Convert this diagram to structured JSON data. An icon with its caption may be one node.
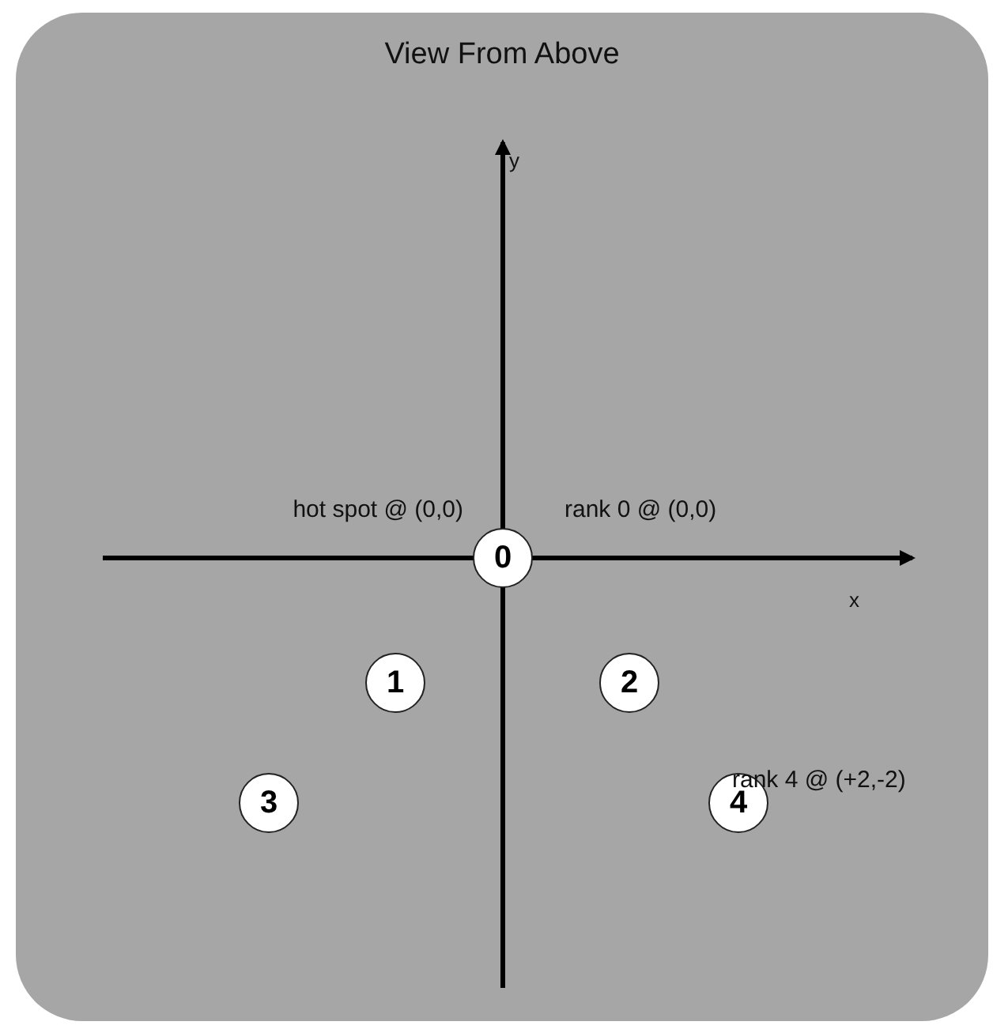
{
  "diagram": {
    "nodes": [
      {
        "text": [
          "View From Above"
        ]
      },
      {
        "text": [
          "0"
        ],
        "in": 0,
        "beside": [
          "hot spot @ (0,0)",
          "rank 0 @ (0,0)"
        ]
      },
      {
        "text": [
          "1"
        ],
        "in": 0
      },
      {
        "text": [
          "2"
        ],
        "in": 0
      },
      {
        "text": [
          "3"
        ],
        "in": 0
      },
      {
        "text": [
          "4"
        ],
        "in": 0,
        "beside": [
          "rank 4 @ (+2,-2)"
        ]
      }
    ],
    "edges": [],
    "labels": [
      "y",
      "x"
    ]
  }
}
